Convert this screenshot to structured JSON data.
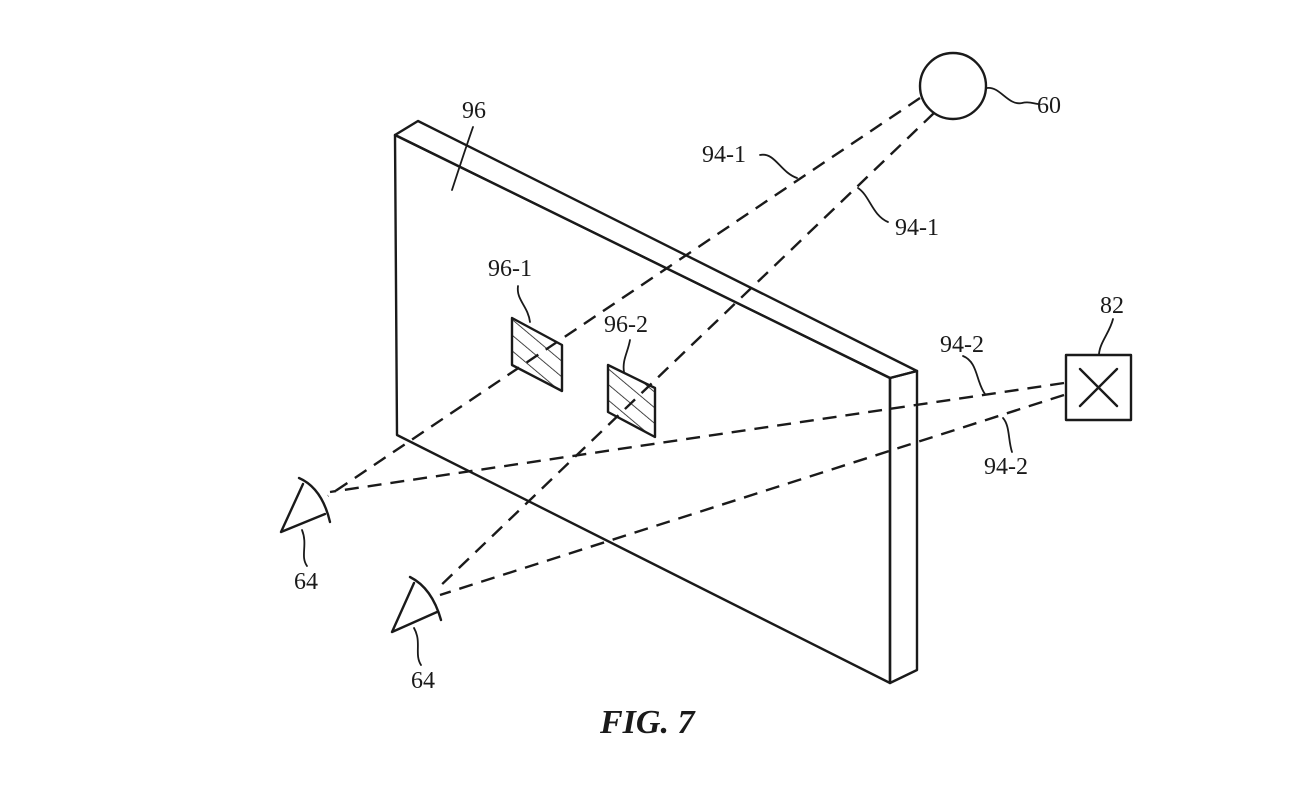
{
  "labels": {
    "panel": "96",
    "region_1": "96-1",
    "region_2": "96-2",
    "light_source": "60",
    "ray_1a": "94-1",
    "ray_1b": "94-1",
    "object": "82",
    "ray_2a": "94-2",
    "ray_2b": "94-2",
    "eye_1": "64",
    "eye_2": "64"
  },
  "caption": "FIG. 7"
}
